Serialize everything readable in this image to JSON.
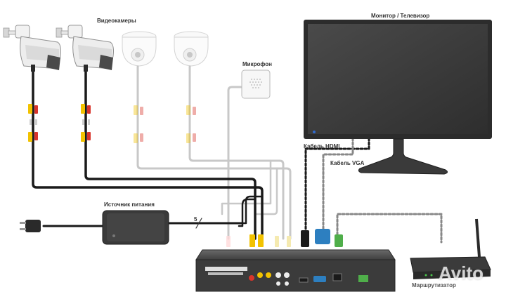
{
  "labels": {
    "cameras": "Видеокамеры",
    "microphone": "Микрофон",
    "monitor": "Монитор / Телевизор",
    "hdmi": "Кабель HDMI",
    "vga": "Кабель VGA",
    "power": "Источник питания",
    "router": "Маршрутизатор",
    "cable_count": "5"
  },
  "watermark": {
    "brand": "Avito"
  },
  "colors": {
    "black_cable": "#1a1a1a",
    "gray_cable": "#c8c8c8",
    "yellow_plug": "#f2c200",
    "red_plug": "#d8342b",
    "vga_blue": "#2d7fc0",
    "ethernet_green": "#4fae4a"
  }
}
